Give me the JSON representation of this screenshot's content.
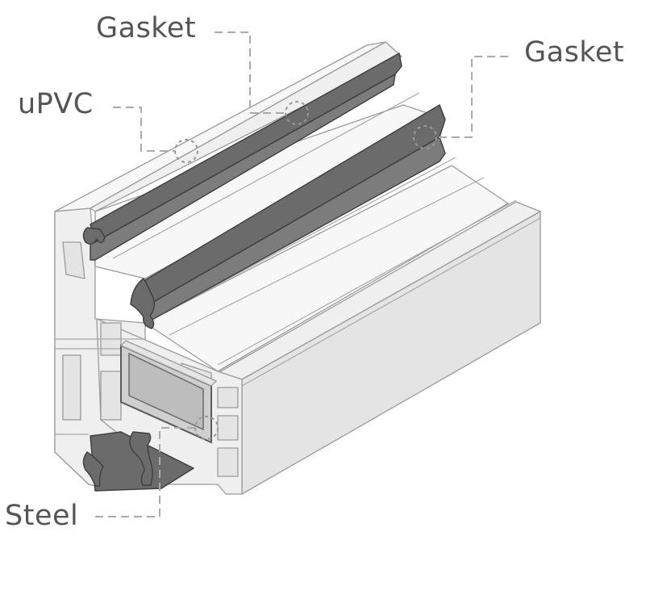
{
  "labels": {
    "gasket_top": "Gasket",
    "gasket_right": "Gasket",
    "upvc": "uPVC",
    "steel": "Steel"
  },
  "colors": {
    "label_text": "#555555",
    "leader_line": "#aaaaaa",
    "gasket": "#6b6b6b",
    "upvc": "#efefef",
    "steel": "#cfcfcf"
  }
}
